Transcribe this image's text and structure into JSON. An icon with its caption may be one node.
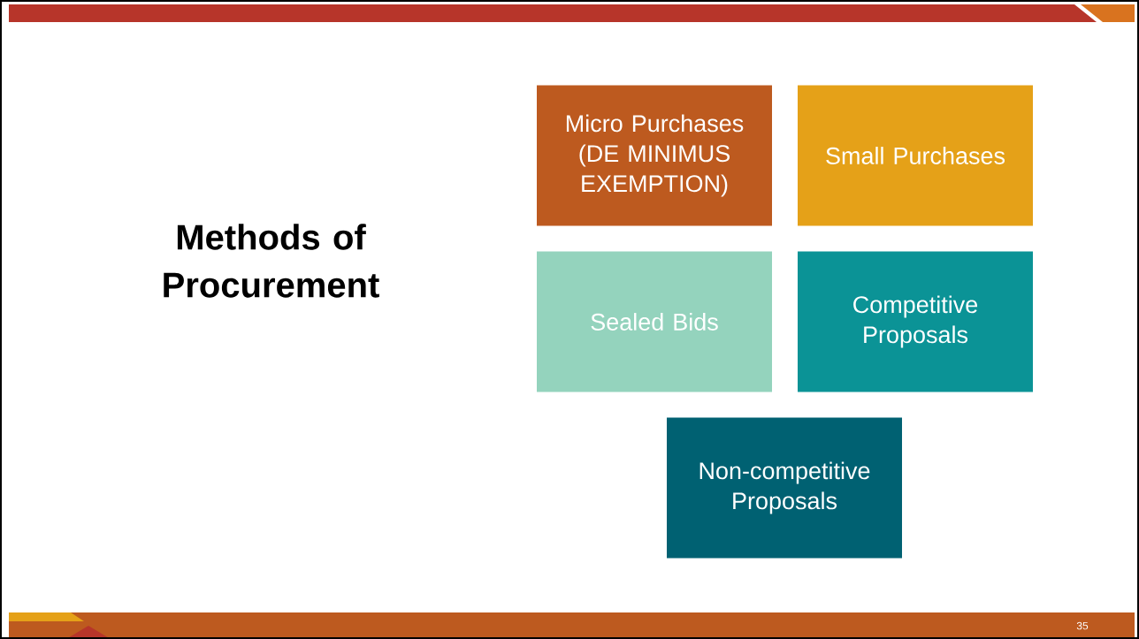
{
  "diagram": {
    "title": "Methods of Procurement",
    "nodes": [
      {
        "text": [
          "Micro Purchases (DE MINIMUS EXEMPTION)"
        ]
      },
      {
        "text": [
          "Small Purchases"
        ]
      },
      {
        "text": [
          "Sealed Bids"
        ]
      },
      {
        "text": [
          "Competitive Proposals"
        ]
      },
      {
        "text": [
          "Non-competitive Proposals"
        ]
      }
    ],
    "labels": [
      "35"
    ]
  }
}
